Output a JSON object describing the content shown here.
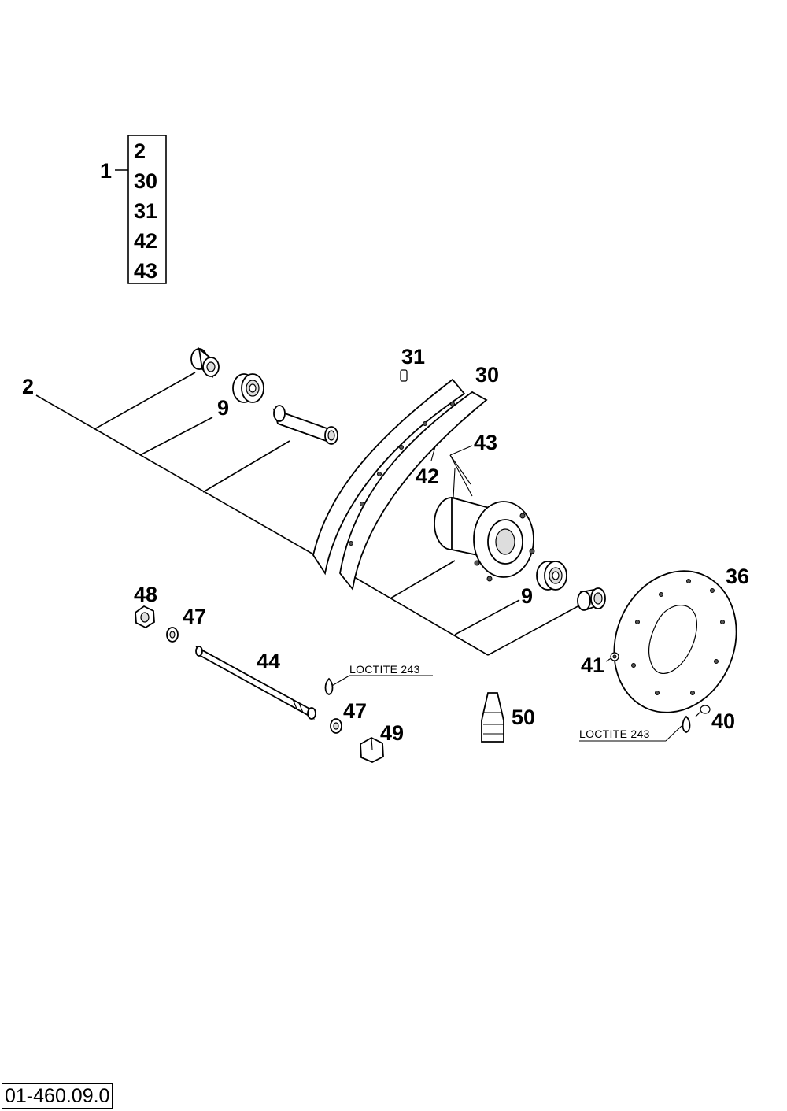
{
  "assembly": {
    "label": "1",
    "members": [
      "2",
      "30",
      "31",
      "42",
      "43"
    ]
  },
  "parts": [
    {
      "id": "p2",
      "label": "2"
    },
    {
      "id": "p9a",
      "label": "9"
    },
    {
      "id": "p31",
      "label": "31"
    },
    {
      "id": "p30",
      "label": "30"
    },
    {
      "id": "p43",
      "label": "43"
    },
    {
      "id": "p42",
      "label": "42"
    },
    {
      "id": "p9b",
      "label": "9"
    },
    {
      "id": "p36",
      "label": "36"
    },
    {
      "id": "p48",
      "label": "48"
    },
    {
      "id": "p47a",
      "label": "47"
    },
    {
      "id": "p44",
      "label": "44"
    },
    {
      "id": "p41",
      "label": "41"
    },
    {
      "id": "p47b",
      "label": "47"
    },
    {
      "id": "p49",
      "label": "49"
    },
    {
      "id": "p50",
      "label": "50"
    },
    {
      "id": "p40",
      "label": "40"
    }
  ],
  "notes": {
    "loctite_axle": "LOCTITE 243",
    "loctite_disc": "LOCTITE 243"
  },
  "drawing_number": "01-460.09.0"
}
